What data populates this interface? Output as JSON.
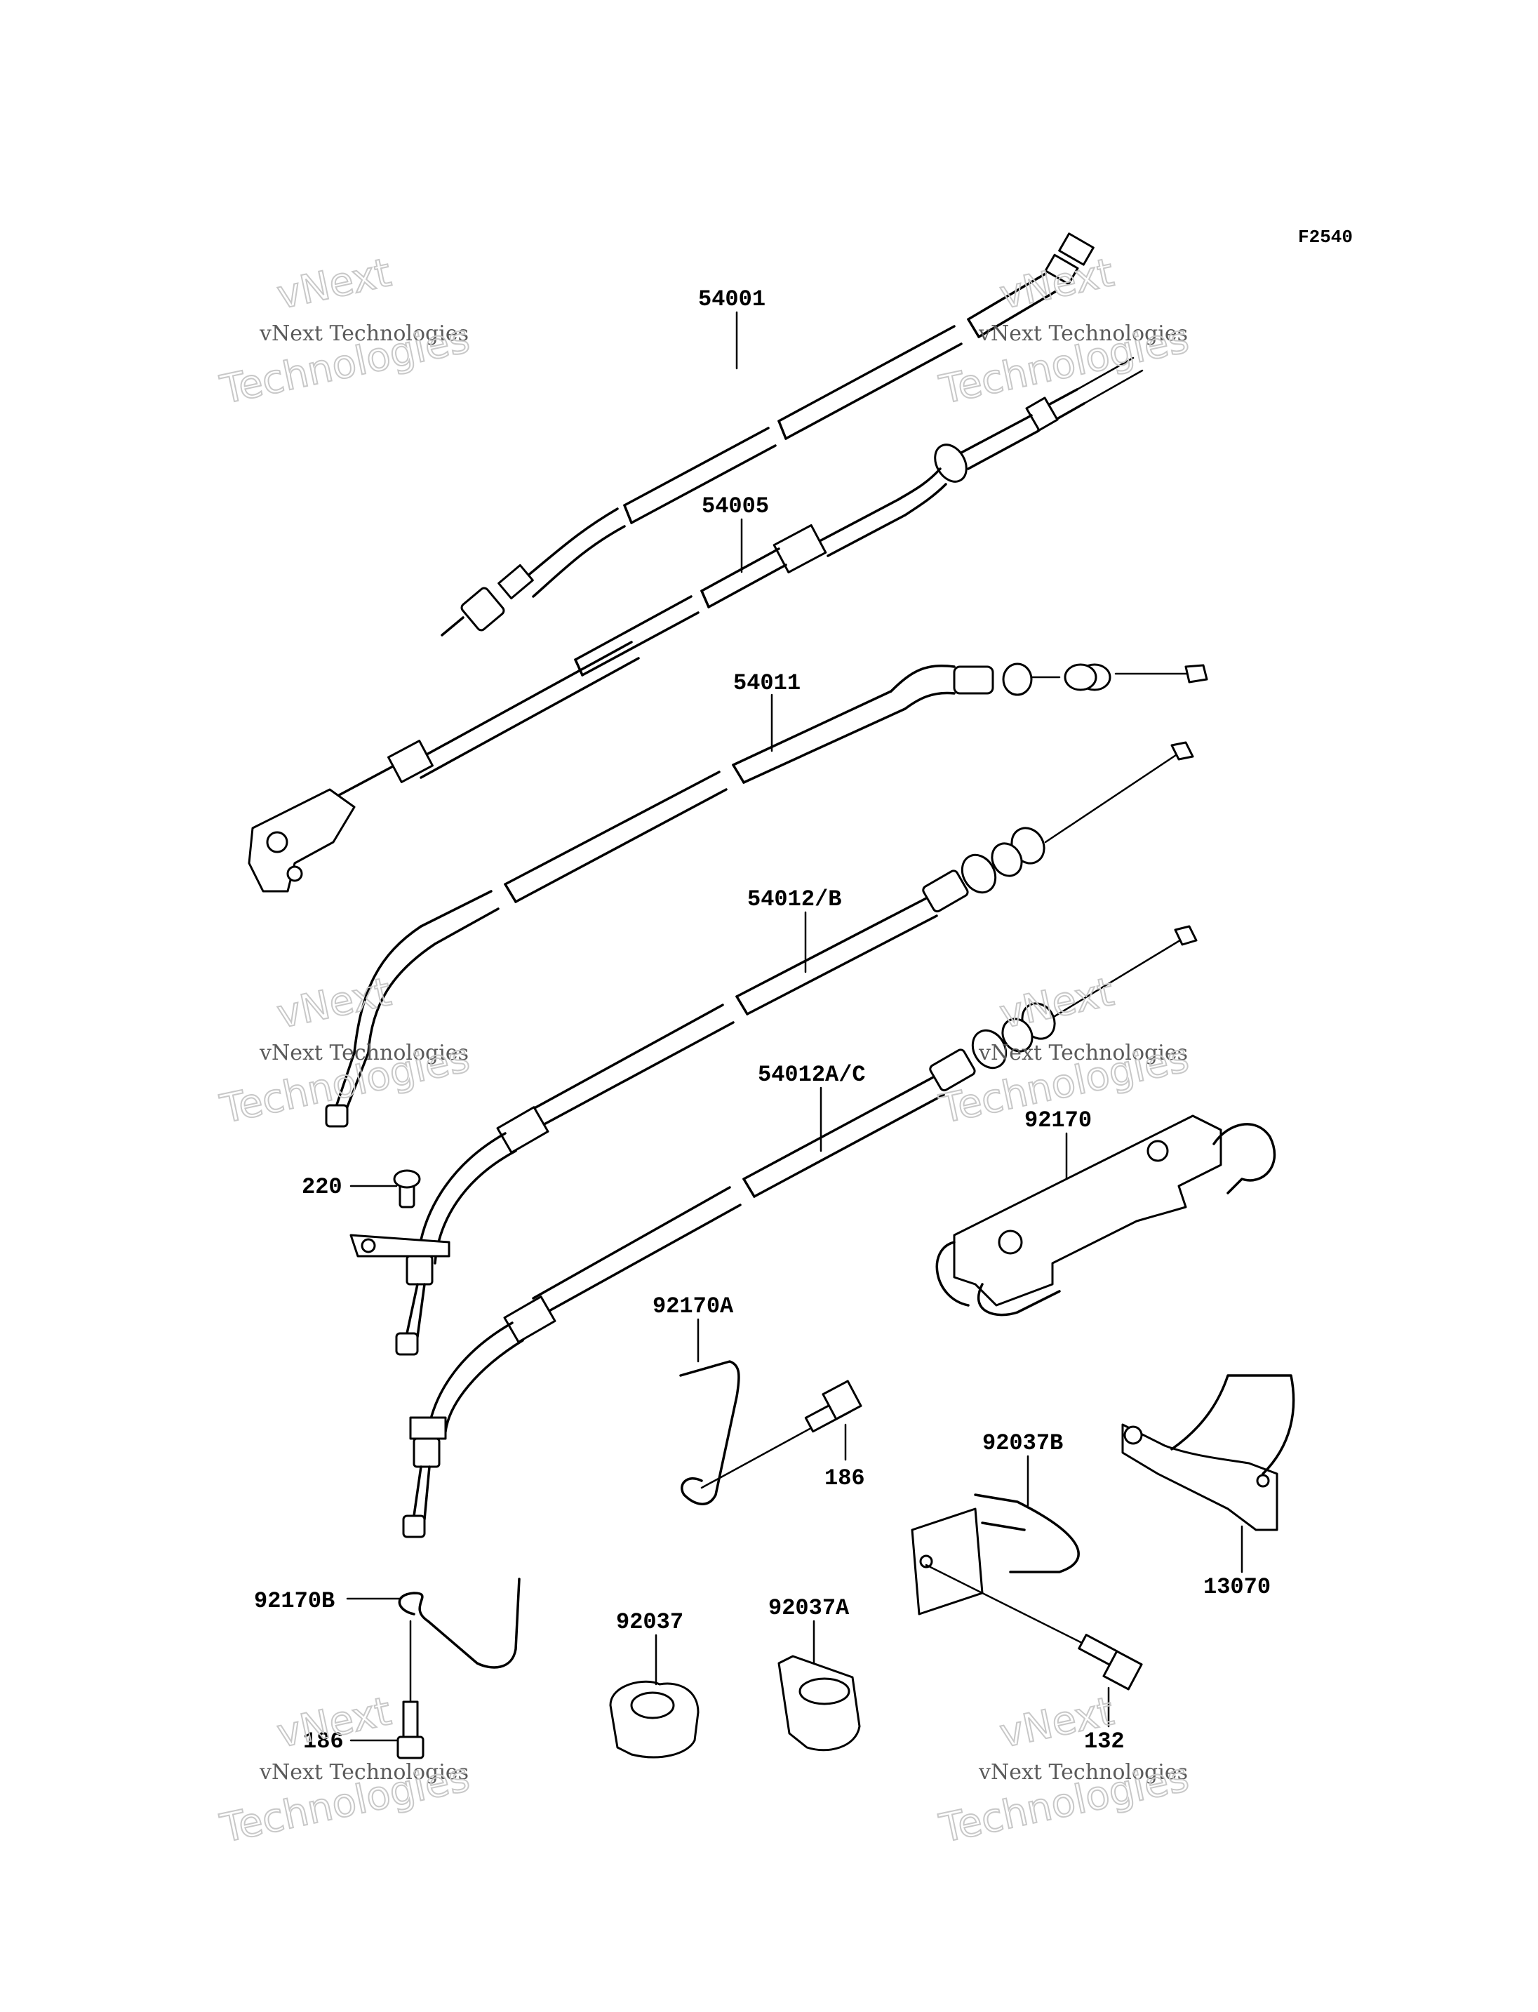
{
  "diagram_code": "F2540",
  "watermark": {
    "brand": "vNext",
    "line1": "vNext Technologies",
    "line2": "Technologies"
  },
  "parts": {
    "p54001": "54001",
    "p54005": "54005",
    "p54011": "54011",
    "p54012b": "54012/B",
    "p54012ac": "54012A/C",
    "p92170": "92170",
    "p220": "220",
    "p92170a": "92170A",
    "p186a": "186",
    "p92037b": "92037B",
    "p13070": "13070",
    "p92170b": "92170B",
    "p92037": "92037",
    "p92037a": "92037A",
    "p186b": "186",
    "p132": "132"
  },
  "colors": {
    "line": "#000000",
    "watermark_outline": "#c8c8c8",
    "watermark_text": "#5a5a5a"
  }
}
